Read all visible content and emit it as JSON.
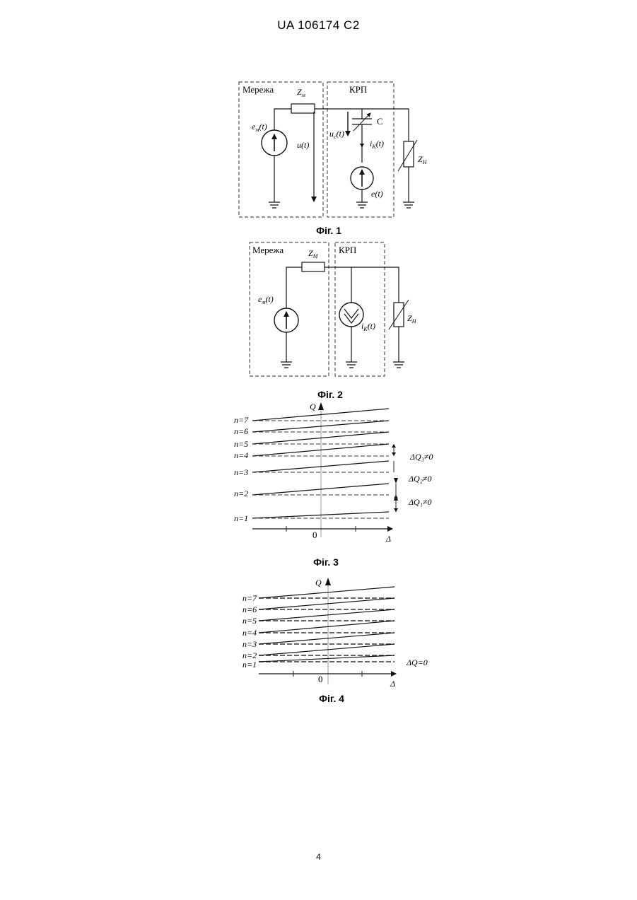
{
  "header": {
    "text": "UA   106174   C2"
  },
  "page_number": "4",
  "fig1": {
    "caption": "Фіг. 1",
    "network_label": "Мережа",
    "krp_label": "КРП",
    "z_m_main": "Z",
    "z_m_sub": "м",
    "em_main": "e",
    "em_sub": "м",
    "em_arg": "(t)",
    "u_label": "u(t)",
    "uc_main": "u",
    "uc_sub": "c",
    "uc_arg": "(t)",
    "c_label": "C",
    "ik_main": "i",
    "ik_sub": "K",
    "ik_arg": "(t)",
    "e_label": "e(t)",
    "zn_main": "Z",
    "zn_sub": "Н"
  },
  "fig2": {
    "caption": "Фіг. 2",
    "network_label": "Мережа",
    "krp_label": "КРП",
    "z_m_main": "Z",
    "z_m_sub": "M",
    "em_main": "e",
    "em_sub": "м",
    "em_arg": "(t)",
    "ik_main": "i",
    "ik_sub": "K",
    "ik_arg": "(t)",
    "zn_main": "Z",
    "zn_sub": "Н"
  },
  "fig3": {
    "caption": "Фіг. 3",
    "y_axis_label": "Q",
    "x_axis_label": "Δ",
    "origin_label": "0",
    "levels": [
      "n=7",
      "n=6",
      "n=5",
      "n=4",
      "n=3",
      "n=2",
      "n=1"
    ],
    "deltas": [
      "ΔQ₃≠0",
      "ΔQ₂≠0",
      "ΔQ₁≠0"
    ]
  },
  "fig4": {
    "caption": "Фіг. 4",
    "y_axis_label": "Q",
    "x_axis_label": "Δ",
    "origin_label": "0",
    "levels": [
      "n=7",
      "n=6",
      "n=5",
      "n=4",
      "n=3",
      "n=2",
      "n=1"
    ],
    "delta": "ΔQ=0"
  }
}
